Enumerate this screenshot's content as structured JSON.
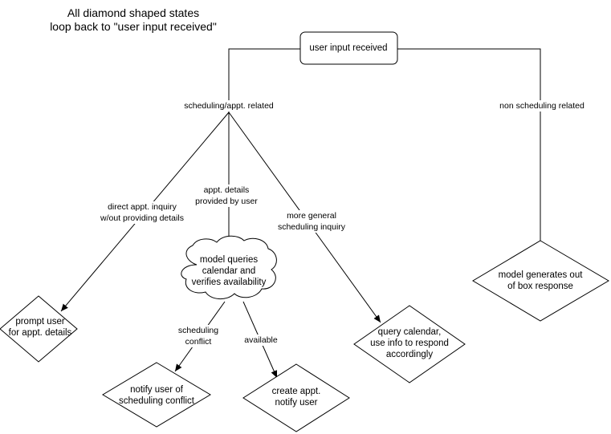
{
  "note": {
    "line1": "All diamond shaped states",
    "line2": "loop back to \"user input received\""
  },
  "nodes": {
    "start": "user input received",
    "cloud": [
      "model queries",
      "calendar and",
      "verifies availability"
    ],
    "prompt_user": [
      "prompt user",
      "for appt. details"
    ],
    "notify_conflict": [
      "notify user of",
      "scheduling conflict"
    ],
    "create_appt": [
      "create appt.",
      "notify user"
    ],
    "query_calendar": [
      "query calendar,",
      "use info to respond",
      "accordingly"
    ],
    "out_of_box": [
      "model generates out",
      "of box response"
    ]
  },
  "edges": {
    "scheduling": "scheduling/appt. related",
    "non_scheduling": "non scheduling related",
    "direct": [
      "direct appt. inquiry",
      "w/out providing details"
    ],
    "details": [
      "appt. details",
      "provided by user"
    ],
    "general": [
      "more general",
      "scheduling inquiry"
    ],
    "conflict": [
      "scheduling",
      "conflict"
    ],
    "available": "available"
  }
}
